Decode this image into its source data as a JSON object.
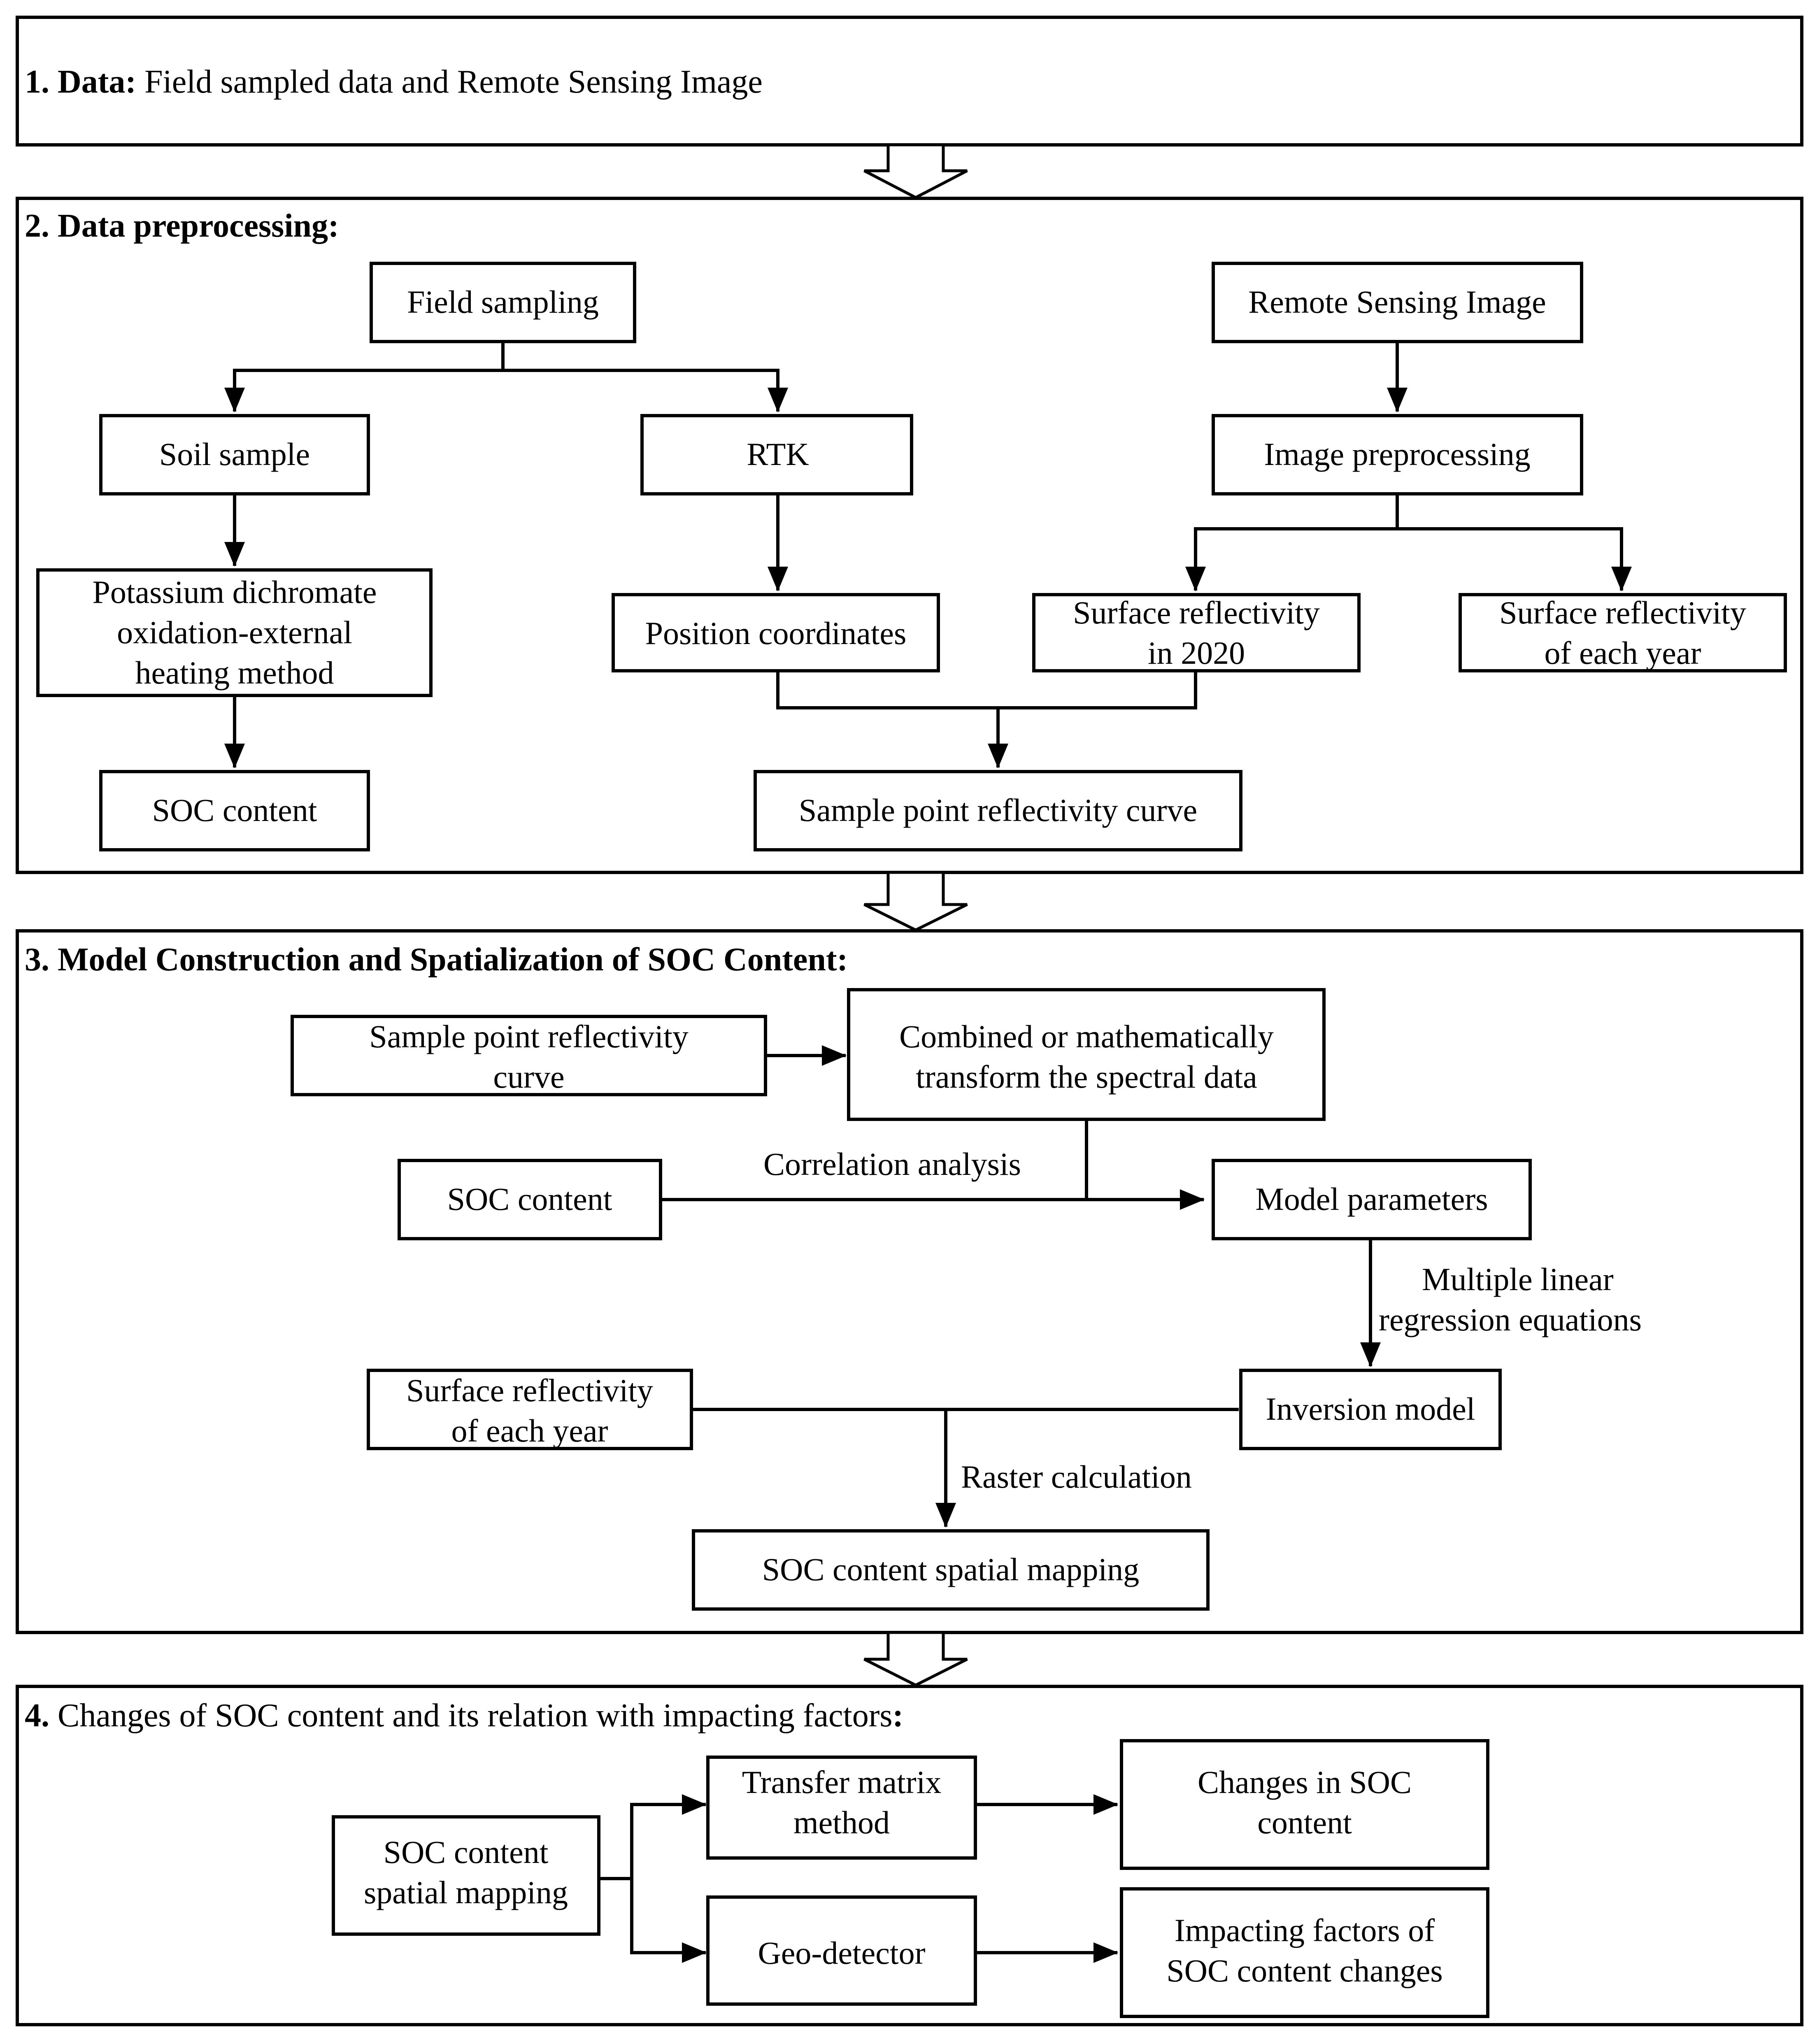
{
  "sections": {
    "s1": {
      "number": "1. Data:",
      "title": " Field sampled data and Remote Sensing Image"
    },
    "s2": {
      "title": "2. Data preprocessing:"
    },
    "s3": {
      "title": "3. Model Construction and Spatialization of SOC Content:"
    },
    "s4": {
      "number": "4.",
      "title": " Changes of SOC content and its relation with impacting factors",
      "colon": ":"
    }
  },
  "boxes": {
    "field_sampling": "Field sampling",
    "remote_sensing_image": "Remote Sensing Image",
    "soil_sample": "Soil sample",
    "rtk": "RTK",
    "image_preprocessing": "Image preprocessing",
    "potassium": [
      "Potassium dichromate",
      "oxidation-external",
      "heating method"
    ],
    "position_coordinates": "Position coordinates",
    "surface_2020": [
      "Surface reflectivity",
      "in 2020"
    ],
    "surface_each_year": [
      "Surface reflectivity",
      "of each year"
    ],
    "soc_content": "SOC content",
    "sample_curve": "Sample point reflectivity curve",
    "s3_sample_curve": [
      "Sample point reflectivity",
      "curve"
    ],
    "combined": [
      "Combined or mathematically",
      "transform the spectral data"
    ],
    "s3_soc_content": "SOC content",
    "model_parameters": "Model parameters",
    "s3_surface_each_year": [
      "Surface reflectivity",
      "of each year"
    ],
    "inversion_model": "Inversion model",
    "soc_spatial_mapping": "SOC content spatial mapping",
    "s4_soc_mapping": [
      "SOC content",
      "spatial mapping"
    ],
    "transfer_matrix": [
      "Transfer matrix",
      "method"
    ],
    "geo_detector": "Geo-detector",
    "changes_soc": [
      "Changes in SOC",
      "content"
    ],
    "impacting_factors": [
      "Impacting factors of",
      "SOC content changes"
    ]
  },
  "edge_labels": {
    "correlation_analysis": "Correlation analysis",
    "multiple_linear": [
      "Multiple linear",
      "regression equations"
    ],
    "raster_calculation": "Raster calculation"
  }
}
